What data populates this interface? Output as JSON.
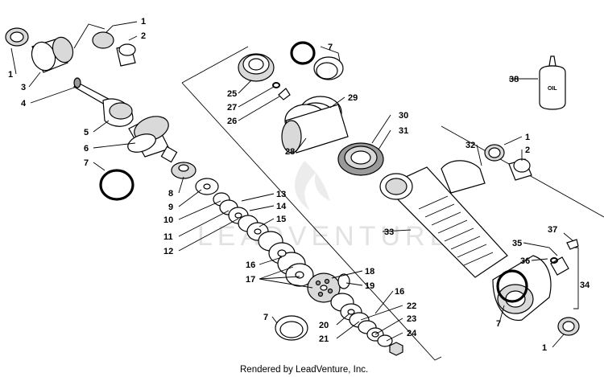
{
  "diagram": {
    "watermark": "LEADVENTURE",
    "footer": "Rendered by LeadVenture, Inc.",
    "oil_bottle_label": "OIL",
    "callouts": [
      {
        "id": "c1a",
        "label": "1"
      },
      {
        "id": "c1b",
        "label": "1"
      },
      {
        "id": "c1c",
        "label": "1"
      },
      {
        "id": "c1d",
        "label": "1"
      },
      {
        "id": "c2a",
        "label": "2"
      },
      {
        "id": "c2b",
        "label": "2"
      },
      {
        "id": "c3",
        "label": "3"
      },
      {
        "id": "c4",
        "label": "4"
      },
      {
        "id": "c5",
        "label": "5"
      },
      {
        "id": "c6",
        "label": "6"
      },
      {
        "id": "c7a",
        "label": "7"
      },
      {
        "id": "c7b",
        "label": "7"
      },
      {
        "id": "c7c",
        "label": "7"
      },
      {
        "id": "c7d",
        "label": "7"
      },
      {
        "id": "c8",
        "label": "8"
      },
      {
        "id": "c9",
        "label": "9"
      },
      {
        "id": "c10",
        "label": "10"
      },
      {
        "id": "c11",
        "label": "11"
      },
      {
        "id": "c12",
        "label": "12"
      },
      {
        "id": "c13",
        "label": "13"
      },
      {
        "id": "c14",
        "label": "14"
      },
      {
        "id": "c15",
        "label": "15"
      },
      {
        "id": "c16a",
        "label": "16"
      },
      {
        "id": "c16b",
        "label": "16"
      },
      {
        "id": "c17",
        "label": "17"
      },
      {
        "id": "c18",
        "label": "18"
      },
      {
        "id": "c19",
        "label": "19"
      },
      {
        "id": "c20",
        "label": "20"
      },
      {
        "id": "c21",
        "label": "21"
      },
      {
        "id": "c22",
        "label": "22"
      },
      {
        "id": "c23",
        "label": "23"
      },
      {
        "id": "c24",
        "label": "24"
      },
      {
        "id": "c25",
        "label": "25"
      },
      {
        "id": "c26",
        "label": "26"
      },
      {
        "id": "c27",
        "label": "27"
      },
      {
        "id": "c28",
        "label": "28"
      },
      {
        "id": "c29",
        "label": "29"
      },
      {
        "id": "c30",
        "label": "30"
      },
      {
        "id": "c31",
        "label": "31"
      },
      {
        "id": "c32",
        "label": "32"
      },
      {
        "id": "c33",
        "label": "33"
      },
      {
        "id": "c34",
        "label": "34"
      },
      {
        "id": "c35",
        "label": "35"
      },
      {
        "id": "c36",
        "label": "36"
      },
      {
        "id": "c37",
        "label": "37"
      },
      {
        "id": "c38",
        "label": "38"
      }
    ]
  }
}
